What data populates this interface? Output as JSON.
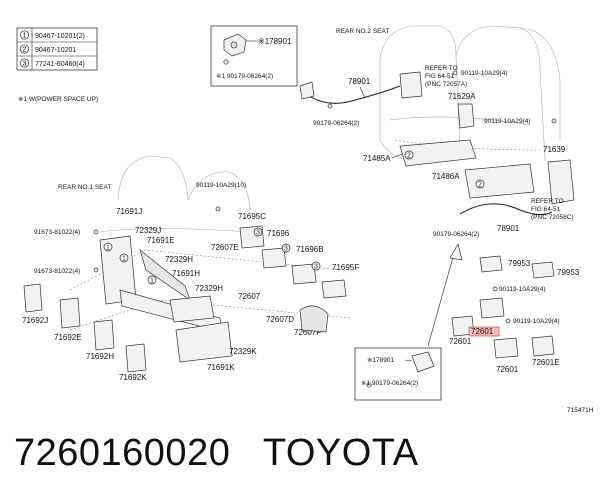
{
  "legend": [
    {
      "num": "1",
      "code": "90467-10201(2)"
    },
    {
      "num": "2",
      "code": "90467-10201"
    },
    {
      "num": "3",
      "code": "77241-60460(4)"
    }
  ],
  "note_power": "※1 W(POWER SPACE UP)",
  "labels": {
    "rear_no2": "REAR NO.2 SEAT",
    "rear_no1": "REAR NO.1 SEAT",
    "refer1_a": "REFER TO",
    "refer1_b": "FIG 64-51",
    "refer1_c": "(PNC 72057A)",
    "refer2_a": "REFER TO",
    "refer2_b": "FIG 64-51",
    "refer2_c": "(PNC 72058C)",
    "fig_id": "715471H"
  },
  "parts": {
    "p78901_a": "※178901",
    "p90179_a": "※1 90179-06264(2)",
    "p78901": "78901",
    "p90179_b": "90179-06264(2)",
    "p90119_a": "90119-10A29(4)",
    "p71629A": "71629A",
    "p90119_b": "90119-10A29(4)",
    "p71639": "71639",
    "p71485A": "71485A",
    "p71486A": "71486A",
    "p78901_b": "78901",
    "p90179_c": "90179-06264(2)",
    "p90119_c": "90119-10A29(10)",
    "p71691J": "71691J",
    "p72329J": "72329J",
    "p71691E": "71691E",
    "p91673_a": "91673-81022(4)",
    "p91673_b": "91673-81022(4)",
    "p72329H": "72329H",
    "p71691H": "71691H",
    "p72329H_b": "72329H",
    "p71695C": "71695C",
    "p72607E": "72607E",
    "p71696": "71696",
    "p71696B": "71696B",
    "p71695F": "71695F",
    "p72607": "72607",
    "p72607D": "72607D",
    "p72607F": "72607F",
    "p79953": "79953",
    "p79953_b": "79953",
    "p90119_d": "90119-10A29(4)",
    "p90119_e": "90119-10A29(4)",
    "p72601_hl": "72601",
    "p72601": "72601",
    "p72601E": "72601E",
    "p72601_b": "72601",
    "p71692J": "71692J",
    "p71692E": "71692E",
    "p71692H": "71692H",
    "p71692K": "71692K",
    "p71691K": "71691K",
    "p72329K": "72329K",
    "p78901_c": "※178901",
    "p90179_d": "※1 90179-06264(2)"
  },
  "caption": "7260160020   TOYOTA"
}
